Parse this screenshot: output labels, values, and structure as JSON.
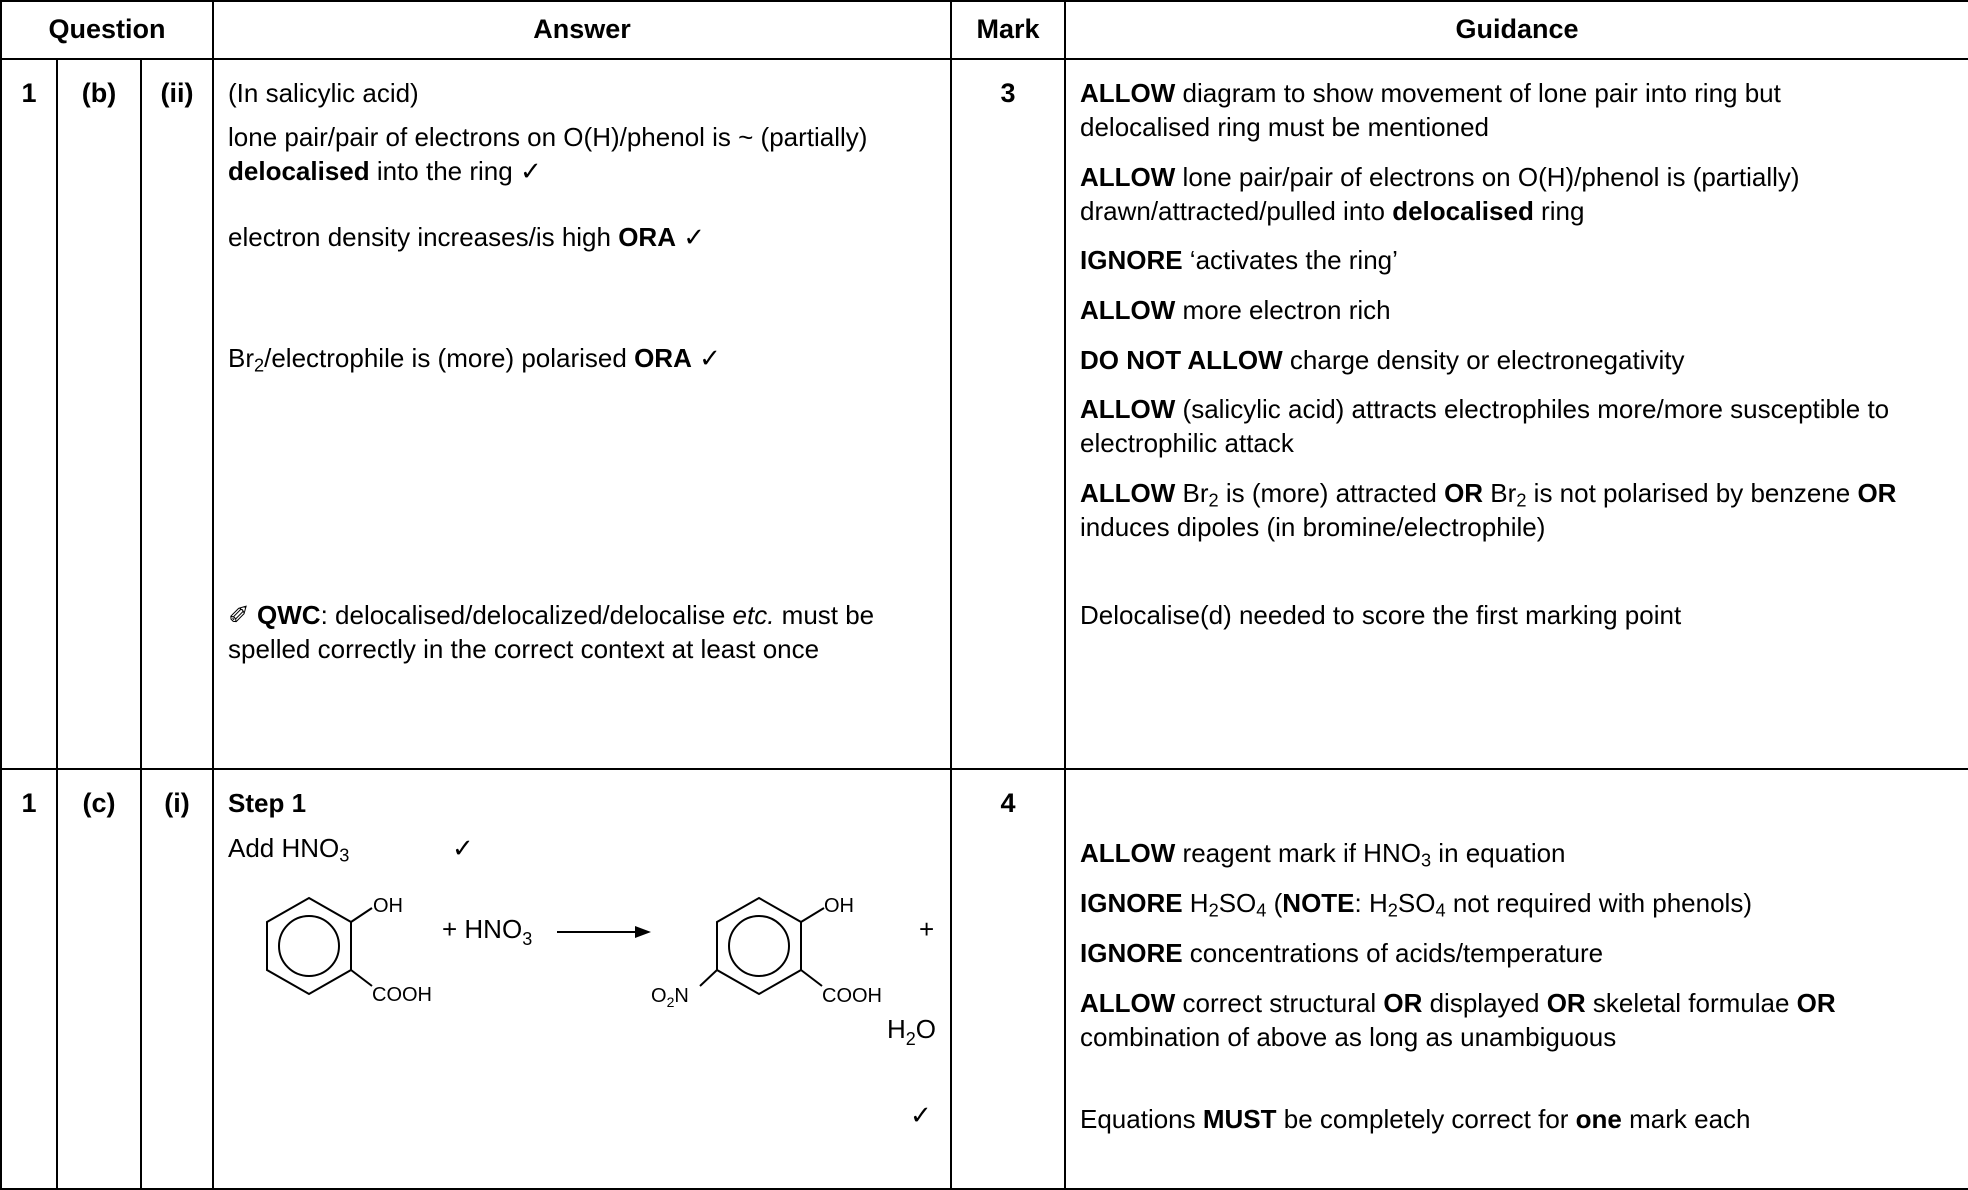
{
  "headers": {
    "question": "Question",
    "answer": "Answer",
    "mark": "Mark",
    "guidance": "Guidance"
  },
  "row1": {
    "q_num": "1",
    "q_part": "(b)",
    "q_sub": "(ii)",
    "mark": "3",
    "answer": {
      "line1": "(In salicylic acid)",
      "p1_a": "lone pair/pair of electrons on O(H)/phenol is ~ (partially) ",
      "p1_b": "delocalised",
      "p1_c": " into the ring ✓",
      "p2_a": "electron density increases/is high ",
      "p2_b": "ORA",
      "p2_c": " ✓",
      "p3_a": "Br",
      "p3_sub": "2",
      "p3_b": "/electrophile is (more) polarised ",
      "p3_c": "ORA",
      "p3_d": " ✓",
      "qwc_icon": "✐",
      "qwc_label": "QWC",
      "qwc_a": ": delocalised/delocalized/delocalise ",
      "qwc_etc": "etc.",
      "qwc_b": " must be spelled correctly in the correct context at least once"
    },
    "guidance": {
      "g1_b": "ALLOW",
      "g1_t": " diagram to show movement of lone pair into ring but delocalised ring must be mentioned",
      "g2_b": "ALLOW",
      "g2_t": " lone pair/pair of electrons on O(H)/phenol is (partially) drawn/attracted/pulled into ",
      "g2_b2": "delocalised",
      "g2_t2": " ring",
      "g3_b": "IGNORE",
      "g3_t": " ‘activates the ring’",
      "g4_b": "ALLOW",
      "g4_t": " more electron rich",
      "g5_b": "DO NOT ALLOW",
      "g5_t": " charge density or electronegativity",
      "g6_b": "ALLOW",
      "g6_t": " (salicylic acid) attracts electrophiles more/more susceptible to electrophilic attack",
      "g7_b": "ALLOW",
      "g7_br": " Br",
      "g7_sub": "2",
      "g7_t": " is (more) attracted ",
      "g7_or": "OR",
      "g7_br2": " Br",
      "g7_sub2": "2",
      "g7_t2": " is not polarised by benzene ",
      "g7_or2": "OR",
      "g7_t3": " induces dipoles (in bromine/electrophile)",
      "g8": "Delocalise(d) needed to score the first marking point"
    }
  },
  "row2": {
    "q_num": "1",
    "q_part": "(c)",
    "q_sub": "(i)",
    "mark": "4",
    "answer": {
      "step": "Step 1",
      "add_a": "Add HNO",
      "add_sub": "3",
      "tick": "✓",
      "eq_reagent": "+ HNO",
      "eq_reagent_sub": "3",
      "oh": "OH",
      "cooh": "COOH",
      "o2n_a": "O",
      "o2n_sub": "2",
      "o2n_b": "N",
      "plus": "+",
      "water_a": "H",
      "water_sub": "2",
      "water_b": "O",
      "tick2": "✓"
    },
    "guidance": {
      "g1_b": "ALLOW",
      "g1_t": " reagent mark if HNO",
      "g1_sub": "3",
      "g1_t2": " in equation",
      "g2_b": "IGNORE",
      "g2_t": " H",
      "g2_sub": "2",
      "g2_t2": "SO",
      "g2_sub2": "4",
      "g2_t3": " (",
      "g2_note": "NOTE",
      "g2_t4": ": H",
      "g2_sub3": "2",
      "g2_t5": "SO",
      "g2_sub4": "4",
      "g2_t6": " not required with phenols)",
      "g3_b": "IGNORE",
      "g3_t": " concentrations of acids/temperature",
      "g4_b": "ALLOW",
      "g4_t": " correct structural ",
      "g4_or": "OR",
      "g4_t2": " displayed ",
      "g4_or2": "OR",
      "g4_t3": " skeletal formulae ",
      "g4_or3": "OR",
      "g4_t4": " combination of above as long as unambiguous",
      "g5_t": "Equations ",
      "g5_must": "MUST",
      "g5_t2": " be completely correct for ",
      "g5_one": "one",
      "g5_t3": " mark each"
    }
  }
}
